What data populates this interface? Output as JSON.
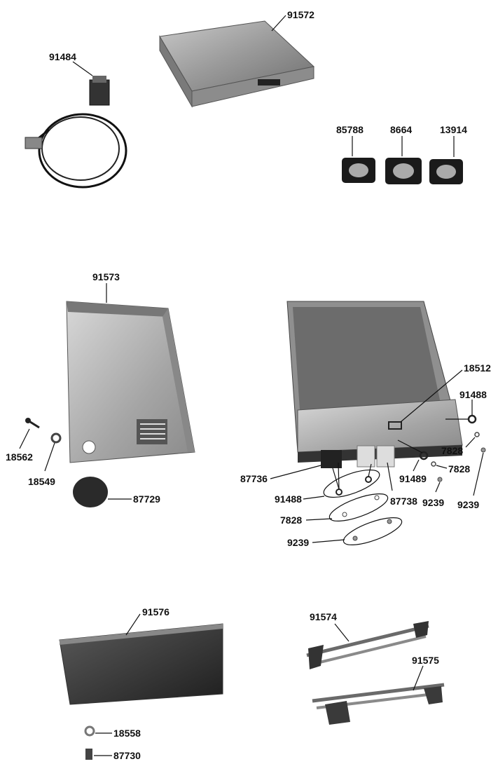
{
  "labels": {
    "p91572": "91572",
    "p91484": "91484",
    "p85788": "85788",
    "p8664": "8664",
    "p13914": "13914",
    "p91573": "91573",
    "p18562": "18562",
    "p18549": "18549",
    "p87729": "87729",
    "p18512": "18512",
    "p91488a": "91488",
    "p7828a": "7828",
    "p7828b": "7828",
    "p91489": "91489",
    "p9239a": "9239",
    "p9239b": "9239",
    "p87736": "87736",
    "p91488b": "91488",
    "p87738": "87738",
    "p7828c": "7828",
    "p9239c": "9239",
    "p91576": "91576",
    "p91574": "91574",
    "p91575": "91575",
    "p18558": "18558",
    "p87730": "87730"
  }
}
